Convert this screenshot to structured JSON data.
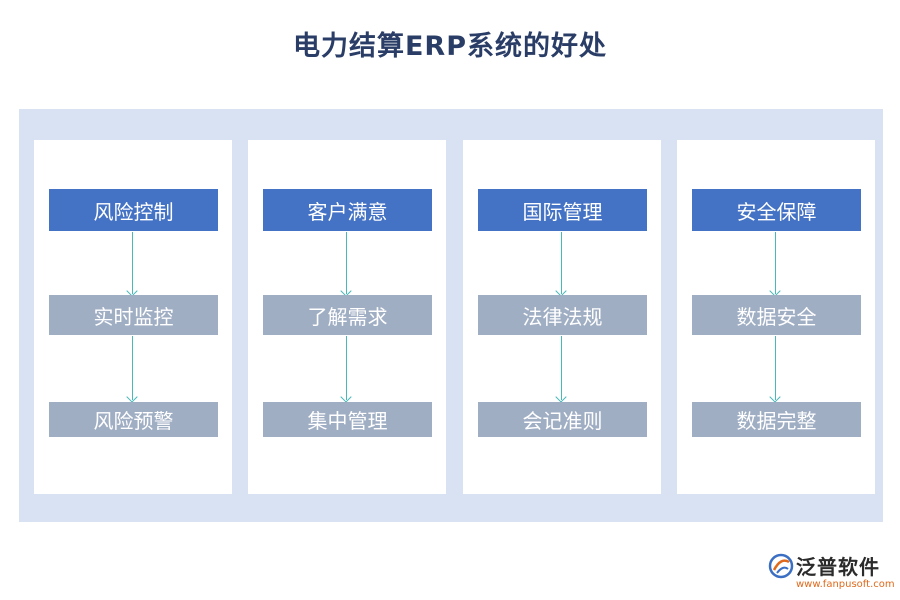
{
  "title": "电力结算ERP系统的好处",
  "columns": [
    {
      "head": "风险控制",
      "items": [
        "实时监控",
        "风险预警"
      ]
    },
    {
      "head": "客户满意",
      "items": [
        "了解需求",
        "集中管理"
      ]
    },
    {
      "head": "国际管理",
      "items": [
        "法律法规",
        "会记准则"
      ]
    },
    {
      "head": "安全保障",
      "items": [
        "数据安全",
        "数据完整"
      ]
    }
  ],
  "logo": {
    "name": "泛普软件",
    "url": "www.fanpusoft.com"
  },
  "colors": {
    "head_box": "#4472c4",
    "sub_box": "#a0aec4",
    "panel": "#d9e2f3",
    "arrow": "#48b8b8",
    "title": "#2a3d66"
  }
}
